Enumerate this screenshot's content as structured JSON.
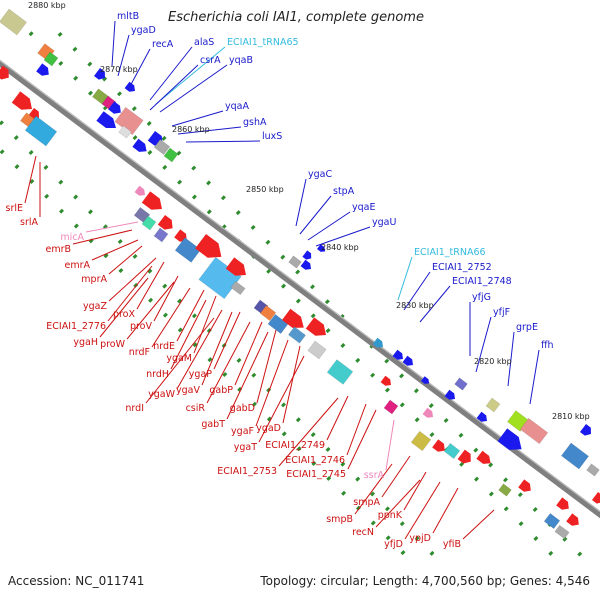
{
  "title": "Escherichia coli IAI1, complete genome",
  "footer": {
    "accession": "Accession: NC_011741",
    "summary": "Topology: circular; Length: 4,700,560 bp; Genes: 4,546"
  },
  "colors": {
    "forward_label": "#1a1acc",
    "reverse_label": "#cc1111",
    "trna_label": "#33bbdd",
    "ncrna_label": "#ee88bb",
    "backbone": "#7f7f7f",
    "ticks": "#2e8b2e"
  },
  "kbp_markers": [
    "2880 kbp",
    "2870 kbp",
    "2860 kbp",
    "2850 kbp",
    "2840 kbp",
    "2830 kbp",
    "2820 kbp",
    "2810 kbp"
  ],
  "forward_genes": [
    "mltB",
    "ygaD",
    "recA",
    "alaS",
    "ECIAI1_tRNA65",
    "csrA",
    "yqaB",
    "yqaA",
    "gshA",
    "luxS",
    "ygaC",
    "stpA",
    "yqaE",
    "ygaU",
    "ECIAI1_tRNA66",
    "ECIAI1_2752",
    "ECIAI1_2748",
    "yfjG",
    "yfjF",
    "grpE",
    "ffh"
  ],
  "reverse_genes": [
    "srlE",
    "srlA",
    "micA",
    "emrB",
    "emrA",
    "mprA",
    "ygaZ",
    "proX",
    "ECIAI1_2776",
    "ygaH",
    "proV",
    "proW",
    "nrdF",
    "nrdE",
    "ygaM",
    "nrdH",
    "ygaW",
    "ygaV",
    "ygaP",
    "nrdI",
    "csiR",
    "gabP",
    "gabD",
    "gabT",
    "ygaF",
    "ygaD",
    "ygaT",
    "ECIAI1_2749",
    "ECIAI1_2746",
    "ECIAI1_2753",
    "ECIAI1_2745",
    "ssrA",
    "smpA",
    "smpB",
    "ppnK",
    "recN",
    "yfjD",
    "ypjD",
    "yfiB"
  ]
}
